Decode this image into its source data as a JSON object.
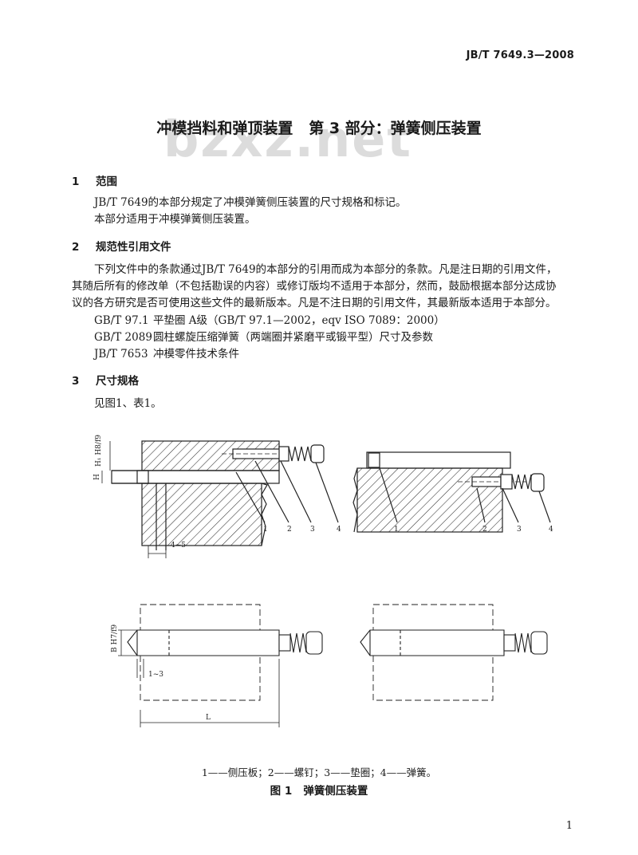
{
  "header": {
    "standard_number": "JB/T 7649.3—2008"
  },
  "watermark": "bzxz.net",
  "title": {
    "main": "冲模挡料和弹顶装置",
    "part": "第 3 部分：弹簧侧压装置"
  },
  "sections": [
    {
      "number": "1",
      "heading": "范围",
      "paragraphs": [
        "JB/T 7649的本部分规定了冲模弹簧侧压装置的尺寸规格和标记。",
        "本部分适用于冲模弹簧侧压装置。"
      ]
    },
    {
      "number": "2",
      "heading": "规范性引用文件",
      "lines": [
        "下列文件中的条款通过JB/T 7649的本部分的引用而成为本部分的条款。凡是注日期的引用文件，",
        "其随后所有的修改单（不包括勘误的内容）或修订版均不适用于本部分，然而，鼓励根据本部分达成协",
        "议的各方研究是否可使用这些文件的最新版本。凡是不注日期的引用文件，其最新版本适用于本部分。"
      ],
      "references": [
        {
          "code": "GB/T 97.1",
          "title": "平垫圈   A级（GB/T 97.1—2002，eqv ISO 7089：2000）"
        },
        {
          "code": "GB/T 2089",
          "title": "圆柱螺旋压缩弹簧（两端圈并紧磨平或锻平型）尺寸及参数"
        },
        {
          "code": "JB/T 7653",
          "title": "冲模零件技术条件"
        }
      ]
    },
    {
      "number": "3",
      "heading": "尺寸规格",
      "paragraphs": [
        "见图1、表1。"
      ]
    }
  ],
  "figure": {
    "callouts": [
      "1",
      "2",
      "3",
      "4"
    ],
    "dimensions": {
      "h_tol": "H₁ H8/f9",
      "h_label": "H",
      "gap": "4~5",
      "b_tol": "B H7/f9",
      "chamfer": "1~3",
      "length": "L"
    },
    "legend": "1——侧压板；2——螺钉；3——垫圈；4——弹簧。",
    "caption_number": "图 1",
    "caption_title": "弹簧侧压装置"
  },
  "page_number": "1"
}
